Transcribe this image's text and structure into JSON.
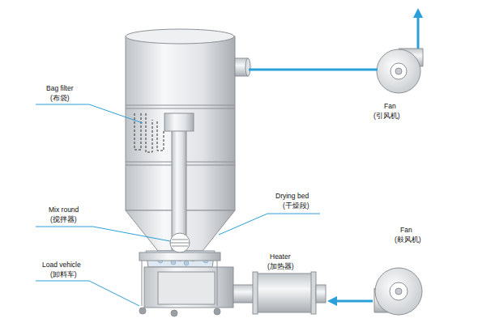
{
  "diagram": {
    "labels": [
      "Bag filter",
      "(布袋)",
      "Fan",
      "(引风机)",
      "Mix round",
      "(搅拌器)",
      "Drying bed",
      "(干燥段)",
      "Fan",
      "(鼓风机)",
      "Heater",
      "(加热器)",
      "Load vehicle",
      "(卸料车)"
    ]
  }
}
